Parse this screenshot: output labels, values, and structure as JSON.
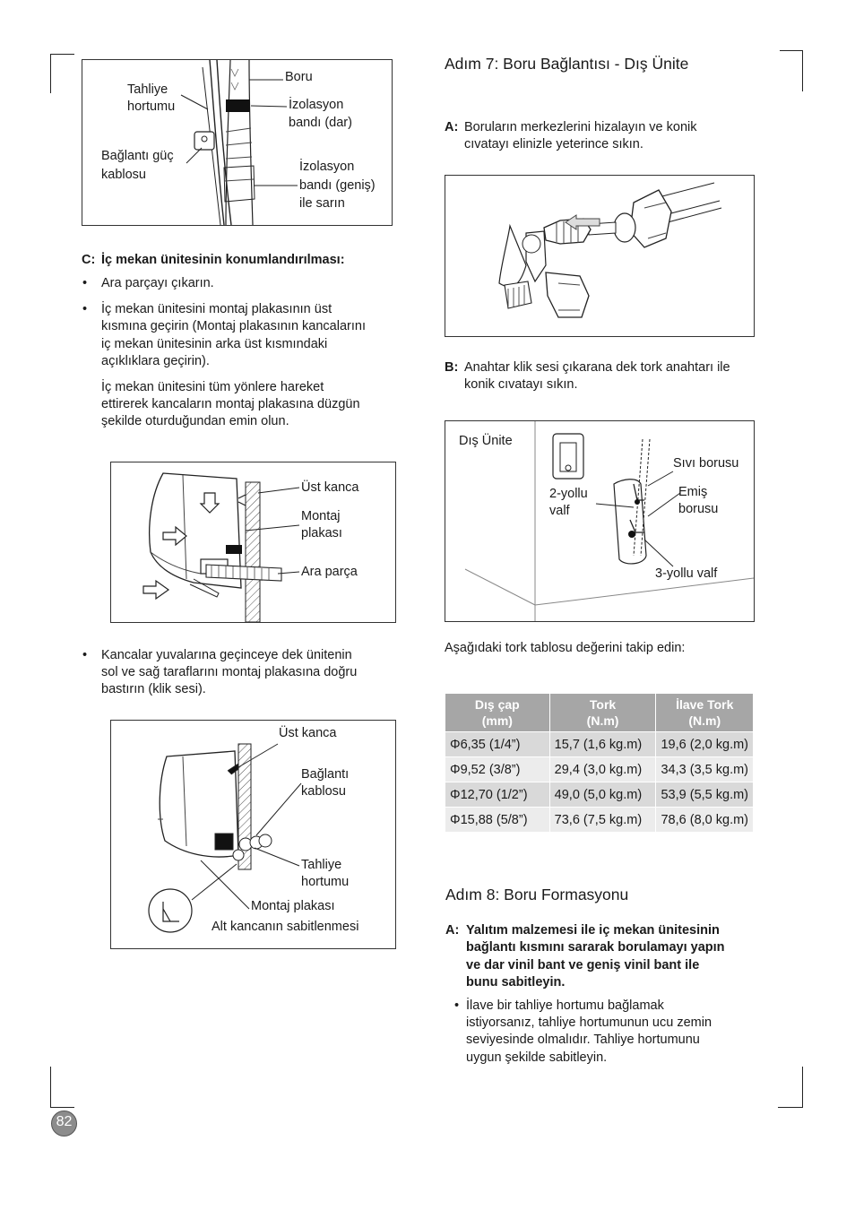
{
  "page_number": "82",
  "fig_top": {
    "boru": "Boru",
    "tahliye_1": "Tahliye",
    "tahliye_2": "hortumu",
    "izo_dar_1": "İzolasyon",
    "izo_dar_2": "bandı (dar)",
    "guc_1": "Bağlantı güç",
    "guc_2": "kablosu",
    "izo_genis_1": "İzolasyon",
    "izo_genis_2": "bandı (geniş)",
    "izo_genis_3": "ile sarın"
  },
  "section_c": {
    "marker": "C:",
    "title": "İç mekan ünitesinin konumlandırılması:",
    "bullet1": "Ara parçayı çıkarın.",
    "bullet2": [
      "İç mekan ünitesini montaj plakasının üst",
      "kısmına geçirin (Montaj plakasının kancalarını",
      "iç mekan ünitesinin arka üst kısmındaki",
      "açıklıklara geçirin)."
    ],
    "para": [
      "İç mekan ünitesini tüm yönlere hareket",
      "ettirerek kancaların montaj plakasına düzgün",
      "şekilde oturduğundan emin olun."
    ]
  },
  "fig_mount": {
    "ust_kanca": "Üst kanca",
    "montaj_1": "Montaj",
    "montaj_2": "plakası",
    "ara_parca": "Ara parça"
  },
  "bullet3": [
    "Kancalar yuvalarına geçinceye dek ünitenin",
    "sol ve sağ taraflarını montaj plakasına doğru",
    "bastırın (klik sesi)."
  ],
  "fig_hook": {
    "ust_kanca": "Üst kanca",
    "baglanti_1": "Bağlantı",
    "baglanti_2": "kablosu",
    "tahliye_1": "Tahliye",
    "tahliye_2": "hortumu",
    "montaj": "Montaj plakası",
    "alt": "Alt kancanın sabitlenmesi"
  },
  "step7": {
    "title": "Adım 7: Boru Bağlantısı - Dış Ünite",
    "a_marker": "A:",
    "a_text": [
      "Boruların merkezlerini hizalayın ve konik",
      "cıvatayı elinizle yeterince sıkın."
    ],
    "b_marker": "B:",
    "b_text": [
      "Anahtar klik sesi çıkarana dek tork anahtarı ile",
      "konik cıvatayı sıkın."
    ]
  },
  "fig_outdoor": {
    "dis_unite": "Dış Ünite",
    "sivi": "Sıvı borusu",
    "yollu2_1": "2-yollu",
    "yollu2_2": "valf",
    "emis_1": "Emiş",
    "emis_2": "borusu",
    "yollu3": "3-yollu valf"
  },
  "torque_intro": "Aşağıdaki tork tablosu değerini takip edin:",
  "torque_table": {
    "headers": [
      [
        "Dış çap",
        "(mm)"
      ],
      [
        "Tork",
        "(N.m)"
      ],
      [
        "İlave Tork",
        "(N.m)"
      ]
    ],
    "rows": [
      [
        "Φ6,35 (1/4”)",
        "15,7 (1,6 kg.m)",
        "19,6 (2,0 kg.m)"
      ],
      [
        "Φ9,52 (3/8”)",
        "29,4 (3,0 kg.m)",
        "34,3 (3,5 kg.m)"
      ],
      [
        "Φ12,70 (1/2”)",
        "49,0 (5,0 kg.m)",
        "53,9 (5,5 kg.m)"
      ],
      [
        "Φ15,88 (5/8”)",
        "73,6 (7,5 kg.m)",
        "78,6 (8,0 kg.m)"
      ]
    ]
  },
  "step8": {
    "title": "Adım 8: Boru Formasyonu",
    "a_marker": "A:",
    "a_text": [
      "Yalıtım malzemesi ile iç mekan ünitesinin",
      "bağlantı kısmını sararak borulamayı yapın",
      "ve dar vinil bant ve geniş vinil bant ile",
      "bunu sabitleyin."
    ],
    "bullet": [
      "İlave bir tahliye hortumu bağlamak",
      "istiyorsanız, tahliye hortumunun ucu zemin",
      "seviyesinde olmalıdır. Tahliye hortumunu",
      "uygun şekilde sabitleyin."
    ]
  }
}
